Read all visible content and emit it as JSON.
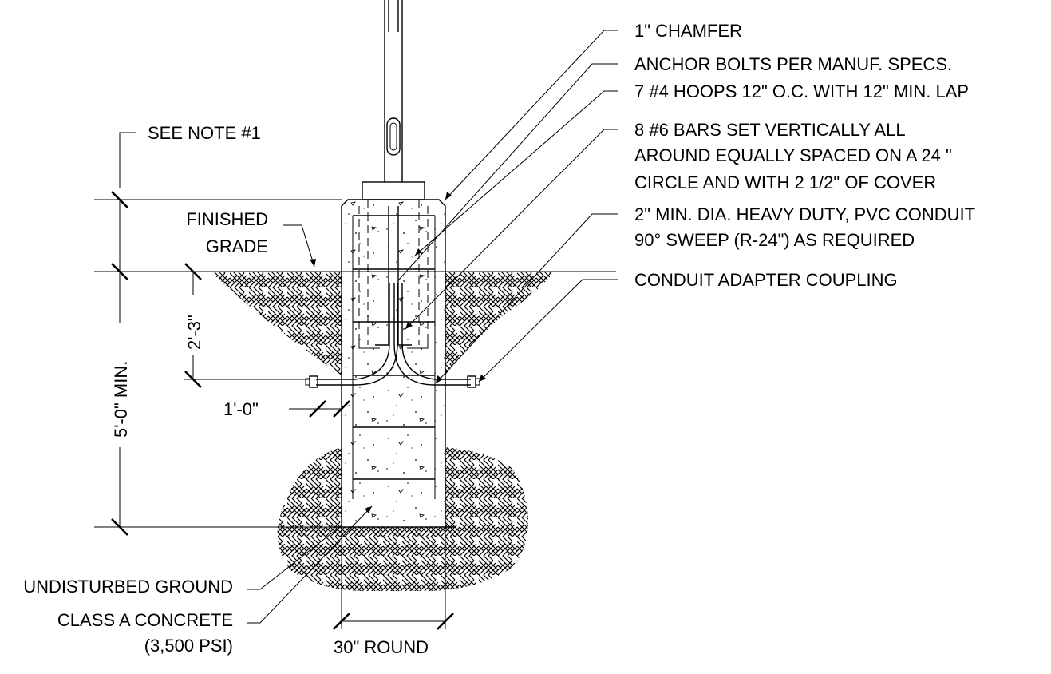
{
  "labels": {
    "chamfer": "1\" CHAMFER",
    "anchor_bolts": "ANCHOR BOLTS PER MANUF. SPECS.",
    "hoops": "7 #4 HOOPS 12\" O.C. WITH 12\" MIN. LAP",
    "bars_line1": "8 #6 BARS SET VERTICALLY ALL",
    "bars_line2": "AROUND EQUALLY SPACED ON A 24 \"",
    "bars_line3": "CIRCLE AND WITH 2 1/2\" OF COVER",
    "conduit_line1": "2\" MIN. DIA. HEAVY DUTY, PVC CONDUIT",
    "conduit_line2": "90° SWEEP (R-24\") AS REQUIRED",
    "coupling": "CONDUIT ADAPTER COUPLING",
    "see_note": "SEE NOTE #1",
    "finished_line1": "FINISHED",
    "finished_line2": "GRADE",
    "undisturbed": "UNDISTURBED GROUND",
    "concrete_line1": "CLASS A CONCRETE",
    "concrete_line2": "(3,500 PSI)",
    "round": "30\" ROUND"
  },
  "dimensions": {
    "total_depth": "5'-0\" MIN.",
    "conduit_depth": "2'-3\"",
    "conduit_offset": "1'-0\""
  },
  "colors": {
    "ink": "#000000",
    "background": "#ffffff"
  }
}
